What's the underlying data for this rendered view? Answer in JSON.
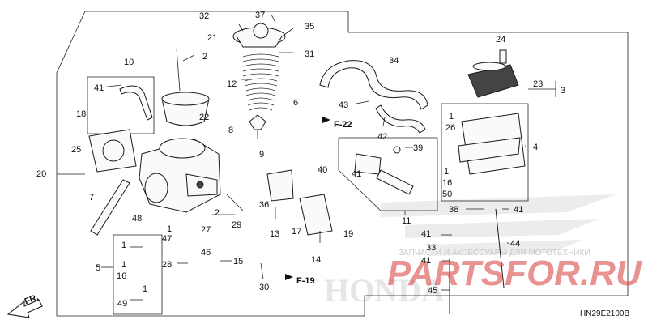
{
  "diagram": {
    "drawing_code": "HN29E2100B",
    "watermark_caption": "ЗАПЧАСТИ И АКСЕССУАРЫ ДЛЯ МОТОТЕХНИКИ",
    "watermark_logo": "PARTSFOR.RU",
    "brand_mark": "HONDA",
    "front_marker": "FR.",
    "refs": {
      "f22": "F-22",
      "f19": "F-19"
    },
    "callouts": {
      "c1a": "1",
      "c1b": "1",
      "c1c": "1",
      "c1d": "1",
      "c1e": "1",
      "c1f": "1",
      "c2a": "2",
      "c2b": "2",
      "c3": "3",
      "c4": "4",
      "c5": "5",
      "c6": "6",
      "c7": "7",
      "c8": "8",
      "c9": "9",
      "c10": "10",
      "c11": "11",
      "c12": "12",
      "c13": "13",
      "c14": "14",
      "c15": "15",
      "c16a": "16",
      "c16b": "16",
      "c17": "17",
      "c18": "18",
      "c19": "19",
      "c20": "20",
      "c21": "21",
      "c22": "22",
      "c23": "23",
      "c24": "24",
      "c25": "25",
      "c26": "26",
      "c27": "27",
      "c28": "28",
      "c29": "29",
      "c30": "30",
      "c31": "31",
      "c32": "32",
      "c33": "33",
      "c34": "34",
      "c35": "35",
      "c36": "36",
      "c37": "37",
      "c38": "38",
      "c39": "39",
      "c40": "40",
      "c41a": "41",
      "c41b": "41",
      "c41c": "41",
      "c41d": "41",
      "c41e": "41",
      "c42": "42",
      "c43": "43",
      "c44": "44",
      "c45": "45",
      "c46": "46",
      "c47": "47",
      "c48": "48",
      "c49": "49",
      "c50": "50"
    }
  }
}
